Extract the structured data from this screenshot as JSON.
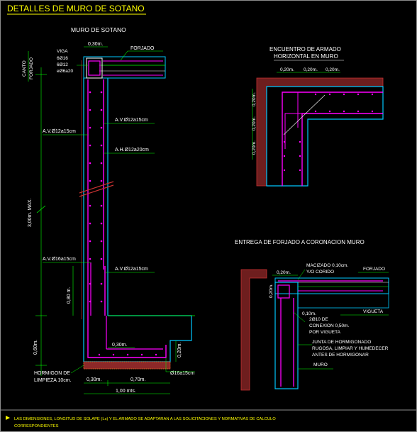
{
  "title": "DETALLES DE MURO DE SOTANO",
  "colors": {
    "background": "#000000",
    "title": "#ffff00",
    "label_green": "#00ff00",
    "label_white": "#ffffff",
    "rebar_magenta": "#ff00ff",
    "concrete_cyan": "#00c8ff",
    "soil_red": "#c83232",
    "soil_yellow": "#dcd200",
    "frame_gray": "#8c8c8c"
  },
  "detail_wall": {
    "heading": "MURO DE SOTANO",
    "dims": {
      "top_width": "0,30m.",
      "height_max": "3,00m. MAX.",
      "lap": "0,80 m.",
      "footing_h": "0,60m.",
      "heel": "0,30m.",
      "footing_edge": "0,20m.",
      "base_left": "0,30m.",
      "base_right": "0,70m.",
      "base_total": "1,00 mts."
    },
    "labels": {
      "forjado": "FORJADO",
      "viga": "VIGA",
      "viga_bars_1": "6Ø16",
      "viga_bars_2": "6Ø12",
      "viga_stirrups": "eØ6a20",
      "canto_forjado_1": "CANTO",
      "canto_forjado_2": "FORJADO",
      "av_outer_upper": "A.V.Ø12a15cm",
      "av_inner_upper": "A.V.Ø12a15cm",
      "ah": "A.H.Ø12a20cm",
      "av_outer_lower": "A.V.Ø16a15cm",
      "av_inner_lower": "A.V.Ø12a15cm",
      "footing_bars": "Ø16a15cm",
      "lean_concrete_1": "HORMIGON DE",
      "lean_concrete_2": "LIMPIEZA 10cm."
    }
  },
  "detail_corner": {
    "heading_1": "ENCUENTRO DE ARMADO",
    "heading_2": "HORIZONTAL EN MURO",
    "dims": [
      "0,20m.",
      "0,20m.",
      "0,20m."
    ],
    "side_dims": [
      "0,20m.",
      "0,20m.",
      "0,20m."
    ]
  },
  "detail_slab": {
    "heading": "ENTREGA DE FORJADO A CORONACION MURO",
    "labels": {
      "top_dim": "0,20m.",
      "macizado_1": "MACIZADO 0,10cm.",
      "macizado_2": "Y/O CORIDO",
      "forjado": "FORJADO",
      "side_dim": "0,20m.",
      "vigueta": "VIGUETA",
      "seat": "0,10m.",
      "conexion_1": "2Ø10 DE",
      "conexion_2": "CONEXION 0,50m.",
      "conexion_3": "POR VIGUETA",
      "junta_1": "JUNTA DE HORMIGONADO",
      "junta_2": "RUGOSA, LIMPIAR Y HUMEDECER",
      "junta_3": "ANTES DE HORMIGONAR",
      "muro": "MURO"
    }
  },
  "footnote": {
    "line_1": "LAS DIMENSIONES, LONGITUD DE SOLAPE (Ls) Y EL ARMADO SE ADAPTARAN A LAS SOLICITACIONES Y NORMATIVAS DE CALCULO",
    "line_2": "CORRESPONDIENTES"
  }
}
